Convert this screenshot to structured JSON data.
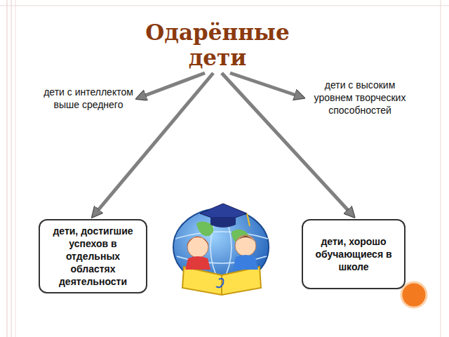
{
  "diagram": {
    "nodes": [
      {
        "text": [
          "Одарённые дети"
        ]
      },
      {
        "text": [
          "дети с интеллектом выше среднего"
        ]
      },
      {
        "text": [
          "дети с высоким уровнем творческих способностей"
        ]
      },
      {
        "text": [
          "дети, достигшие успехов в отдельных областях деятельности"
        ]
      },
      {
        "text": [
          "дети, хорошо обучающиеся в школе"
        ]
      }
    ],
    "edges": [
      {
        "from": 0,
        "to": 1,
        "arrow": "to"
      },
      {
        "from": 0,
        "to": 2,
        "arrow": "to"
      },
      {
        "from": 0,
        "to": 3,
        "arrow": "to"
      },
      {
        "from": 0,
        "to": 4,
        "arrow": "to"
      }
    ]
  }
}
